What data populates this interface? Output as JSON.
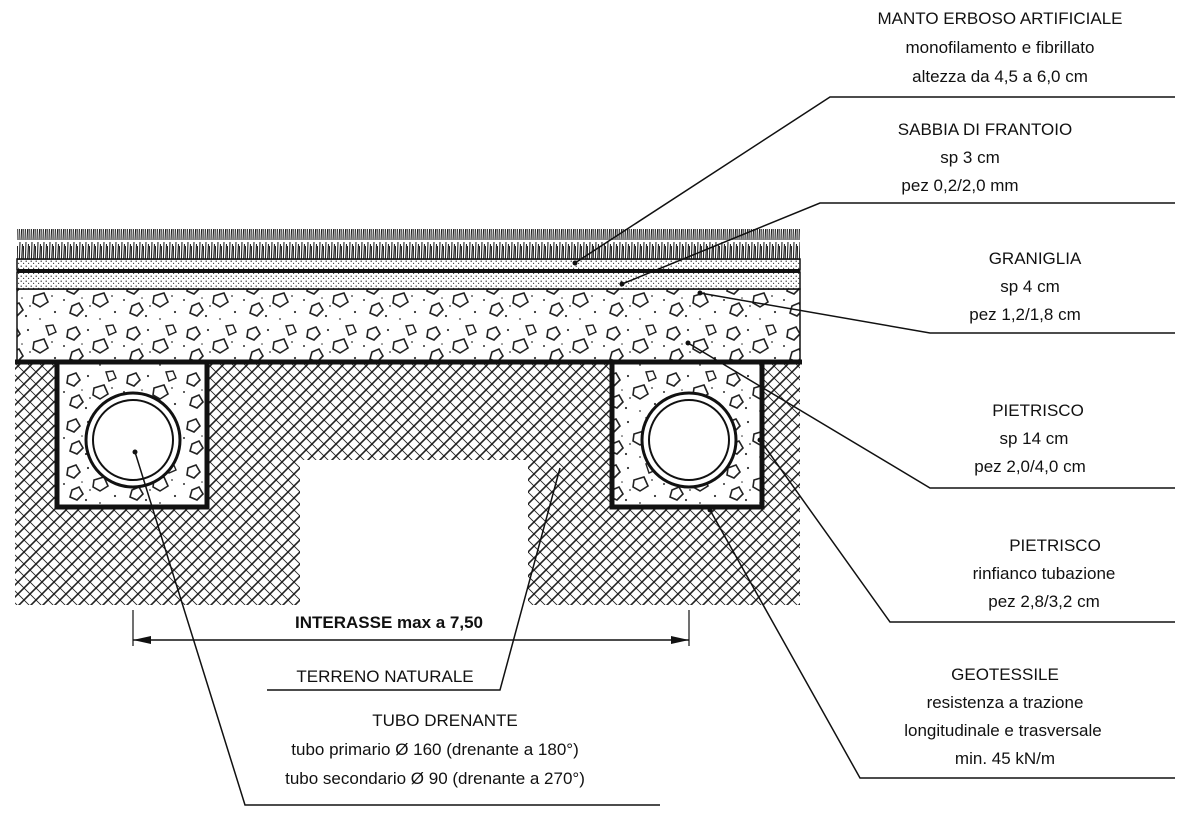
{
  "labels": {
    "manto": [
      "MANTO ERBOSO ARTIFICIALE",
      "monofilamento e fibrillato",
      "altezza da 4,5 a 6,0 cm"
    ],
    "sabbia": [
      "SABBIA DI FRANTOIO",
      "sp 3 cm",
      "pez 0,2/2,0 mm"
    ],
    "graniglia": [
      "GRANIGLIA",
      "sp 4 cm",
      "pez 1,2/1,8 cm"
    ],
    "pietrisco": [
      "PIETRISCO",
      "sp 14 cm",
      "pez 2,0/4,0 cm"
    ],
    "rinfianco": [
      "PIETRISCO",
      "rinfianco tubazione",
      "pez 2,8/3,2 cm"
    ],
    "geotessile": [
      "GEOTESSILE",
      "resistenza a trazione",
      "longitudinale e trasversale",
      "min. 45 kN/m"
    ],
    "tubo": [
      "TUBO DRENANTE",
      "tubo primario Ø 160 (drenante a 180°)",
      "tubo secondario Ø 90 (drenante a 270°)"
    ],
    "terreno": "TERRENO NATURALE",
    "interasse": "INTERASSE max a 7,50"
  },
  "colors": {
    "line": "#111111",
    "fill": "#ffffff"
  }
}
